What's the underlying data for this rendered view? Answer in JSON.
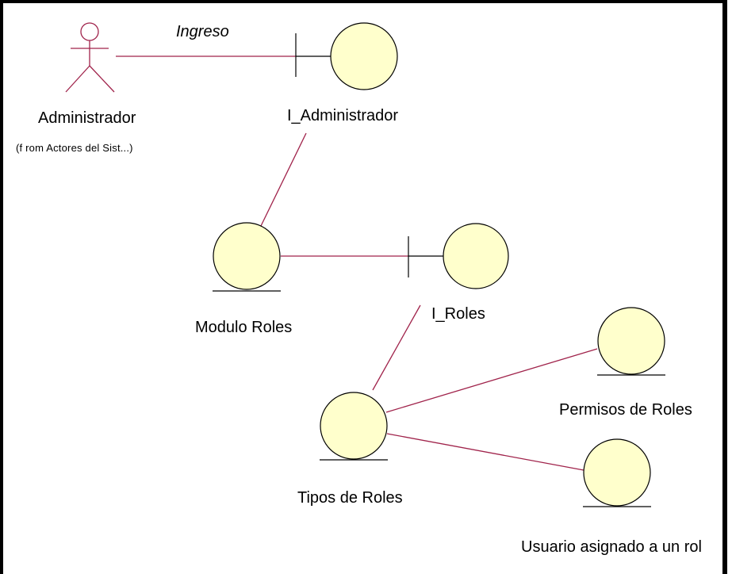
{
  "diagram": {
    "colors": {
      "line": "#a0234b",
      "fill": "#ffffcc",
      "stroke": "#000000"
    },
    "actor": {
      "name": "Administrador",
      "origin": "(f rom Actores del Sist...)"
    },
    "association_label": "Ingreso",
    "nodes": {
      "i_administrador": "I_Administrador",
      "modulo_roles": "Modulo Roles",
      "i_roles": "I_Roles",
      "tipos_roles": "Tipos de Roles",
      "permisos_roles": "Permisos de Roles",
      "usuario_rol": "Usuario asignado a un rol"
    }
  }
}
